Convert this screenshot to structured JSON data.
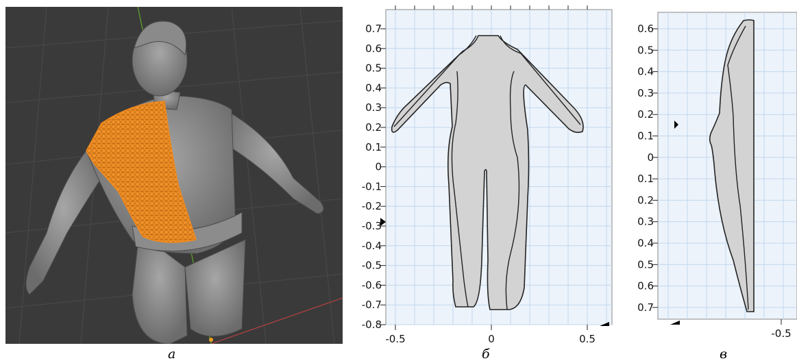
{
  "captions": {
    "a": "а",
    "b": "б",
    "v": "в"
  },
  "colors": {
    "viewport_bg": "#3a3a3a",
    "mesh_orange": "#f08a1c",
    "body_gray": "#7b7b7b",
    "plot_bg": "#ecf3fb",
    "grid": "#bcd3ea",
    "shape_fill": "#d3d3d3",
    "outline": "#222222"
  },
  "plot_front": {
    "y_ticks": [
      "0.7",
      "0.6",
      "0.5",
      "0.4",
      "0.3",
      "0.2",
      "0.1",
      "0",
      "-0.1",
      "-0.2",
      "-0.3",
      "-0.4",
      "-0.5",
      "-0.6",
      "-0.7",
      "-0.8"
    ],
    "x_ticks": [
      "-0.5",
      "0",
      "0.5"
    ]
  },
  "plot_side": {
    "y_ticks": [
      "0.6",
      "0.5",
      "0.4",
      "0.3",
      "0.2",
      "0.1",
      "0",
      "-0.1",
      "-0.2",
      "-0.3",
      "-0.4",
      "-0.5",
      "-0.6",
      "-0.7"
    ],
    "x_ticks": [
      "-0.5"
    ]
  },
  "icons": {
    "axis_marker": "triangle-marker-icon"
  }
}
